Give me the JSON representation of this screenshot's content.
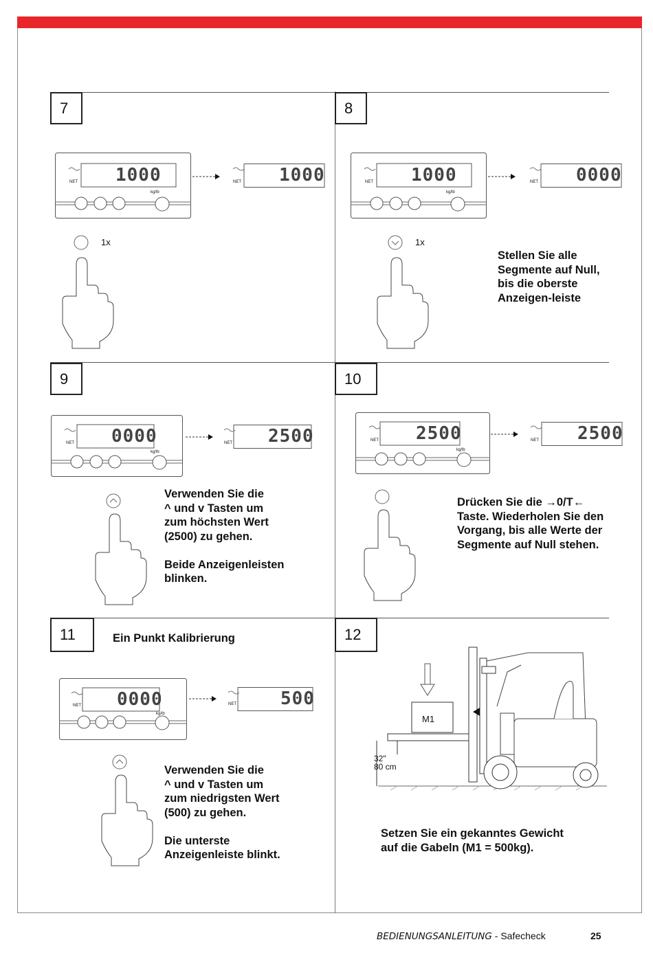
{
  "steps": [
    {
      "number": "7",
      "text": "",
      "press_count": "1x",
      "lcd_main": "1000",
      "lcd_result": "1000"
    },
    {
      "number": "8",
      "text": "Stellen Sie alle\nSegmente auf Null,\nbis die oberste\nAnzeigen-leiste",
      "press_count": "1x",
      "lcd_main": "1000",
      "lcd_result": "0000"
    },
    {
      "number": "9",
      "text": "Verwenden Sie  die\n^ und v Tasten um\nzum  höchsten Wert\n(2500) zu gehen.\n\nBeide Anzeigenleisten\nblinken.",
      "lcd_main": "0000",
      "lcd_result": "2500"
    },
    {
      "number": "10",
      "text": "Drücken Sie die →0/T←\nTaste. Wiederholen Sie den\nVorgang, bis alle Werte der\nSegmente auf Null stehen.",
      "lcd_main": "2500",
      "lcd_result": "2500"
    },
    {
      "number": "11",
      "heading": "Ein Punkt Kalibrierung",
      "text": "Verwenden Sie  die\n^ und v Tasten um\nzum niedrigsten  Wert\n(500) zu gehen.\n\nDie unterste\nAnzeigenleiste blinkt.",
      "lcd_main": "0000",
      "lcd_result": "500"
    },
    {
      "number": "12",
      "text": "Setzen Sie ein gekanntes Gewicht\nauf die Gabeln (M1 = 500kg).",
      "weight_label": "M1",
      "height_inch": "32\"",
      "height_cm": "80 cm"
    }
  ],
  "display": {
    "net_label": "NET",
    "unit_label": "kg/lb",
    "zero_key": "0"
  },
  "footer": {
    "manual_title": "BEDIENUNGSANLEITUNG",
    "separator": " - ",
    "product": "Safecheck",
    "page": "25"
  },
  "colors": {
    "header_bar": "#e8262a"
  }
}
